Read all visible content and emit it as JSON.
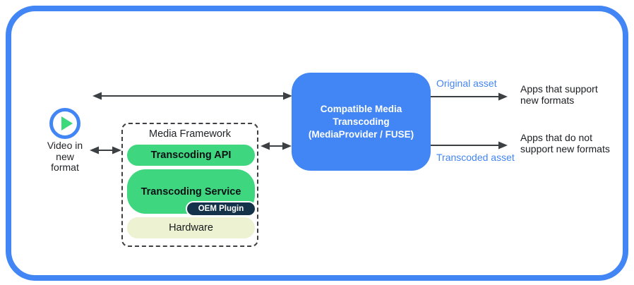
{
  "diagram": {
    "source": {
      "icon": "play-icon",
      "label": "Video in\nnew\nformat"
    },
    "media_framework": {
      "title": "Media Framework",
      "layers": {
        "api": "Transcoding API",
        "service": "Transcoding Service",
        "oem": "OEM Plugin",
        "hardware": "Hardware"
      }
    },
    "transcoder": {
      "label": "Compatible Media\nTranscoding\n(MediaProvider / FUSE)"
    },
    "outputs": {
      "original": {
        "flow_label": "Original asset",
        "target": "Apps that support\nnew formats"
      },
      "transcoded": {
        "flow_label": "Transcoded asset",
        "target": "Apps that do not\nsupport new formats"
      }
    },
    "colors": {
      "accent_blue": "#4285F4",
      "green": "#3ED77F",
      "oem_dark_navy": "#14324A",
      "hardware_pale": "#EDF3D2",
      "arrow_gray": "#3C4043"
    }
  }
}
